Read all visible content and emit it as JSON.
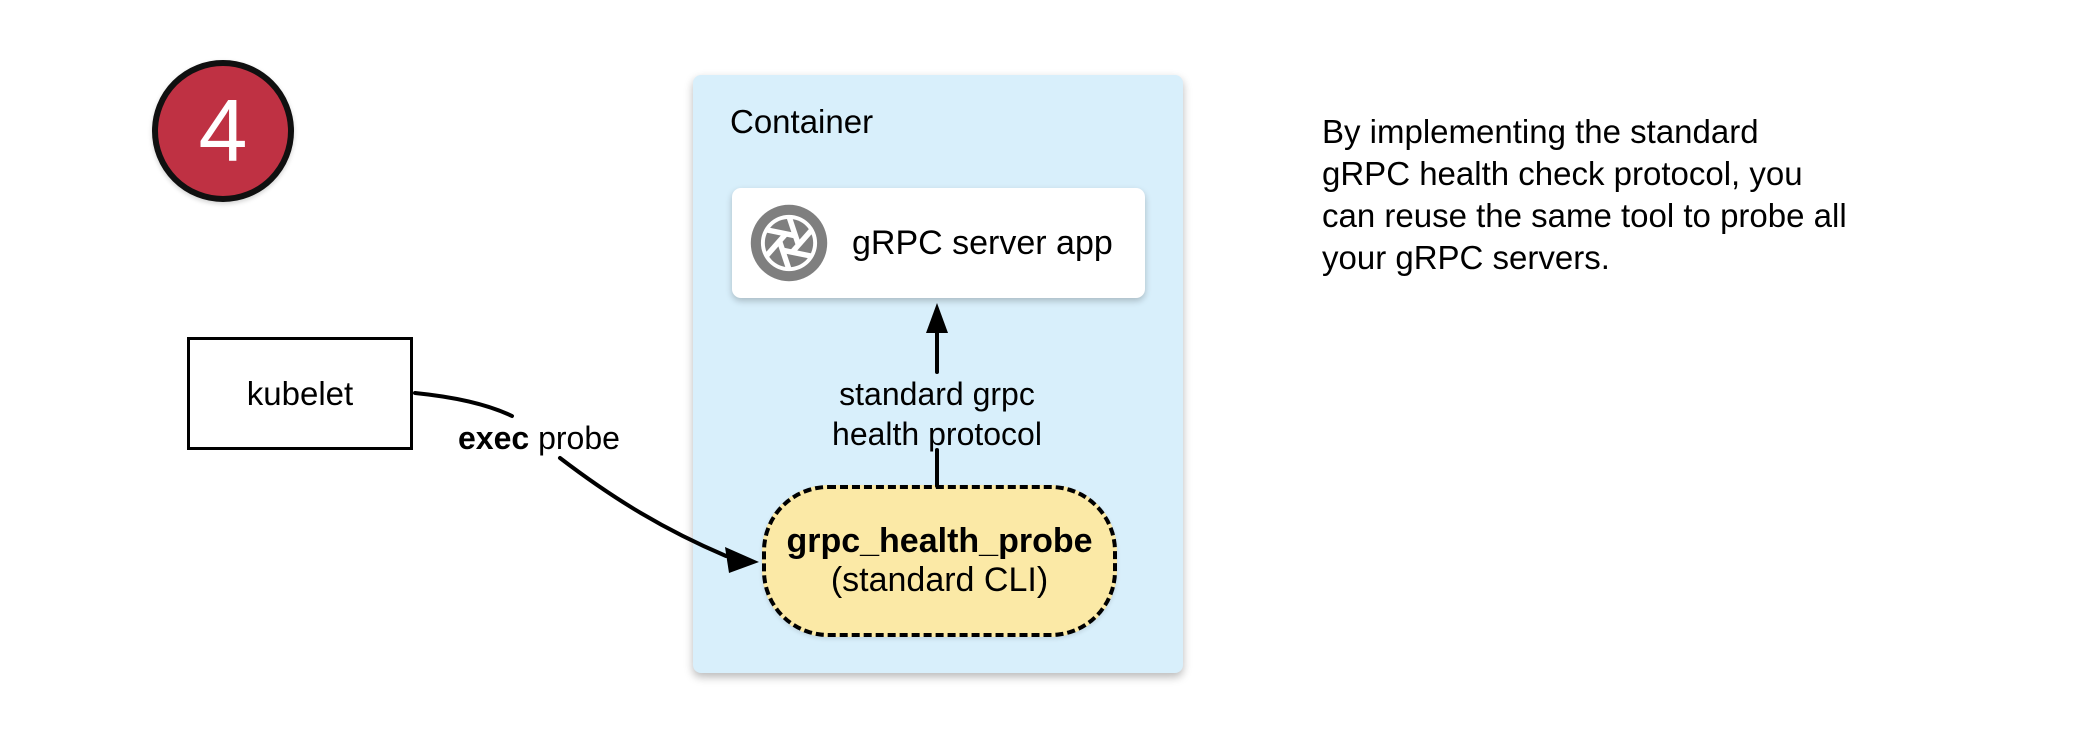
{
  "colors": {
    "badge_red": "#BF3143",
    "container_blue": "#D8EFFB",
    "probe_yellow": "#FBE9A6",
    "icon_gray": "#7F7F7F"
  },
  "step_badge": {
    "number": "4"
  },
  "kubelet_box": {
    "label": "kubelet"
  },
  "exec_probe_label": {
    "bold": "exec",
    "rest": " probe"
  },
  "container": {
    "title": "Container",
    "server_box": {
      "icon": "aperture-icon",
      "label": "gRPC server app"
    },
    "arrow_label": {
      "line1": "standard grpc",
      "line2": "health protocol"
    },
    "probe_box": {
      "title": "grpc_health_probe",
      "subtitle": "(standard CLI)"
    }
  },
  "note": {
    "lines": [
      "By implementing the standard",
      "gRPC health check protocol, you",
      "can reuse the same tool to probe all",
      "your gRPC servers."
    ]
  }
}
